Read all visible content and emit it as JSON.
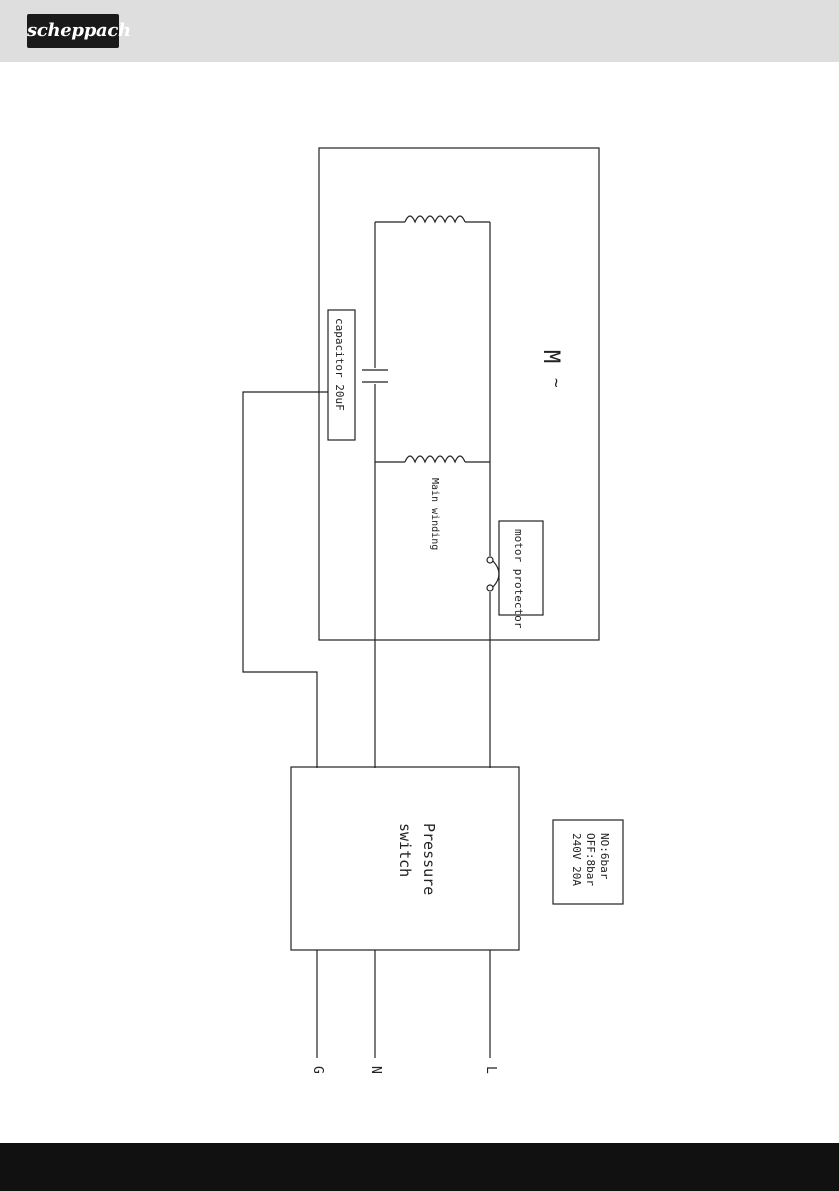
{
  "header": {
    "logo_text": "scheppach"
  },
  "diagram": {
    "motor_symbol": "M",
    "motor_ac": "~",
    "capacitor_label": "capacitor 20uF",
    "main_winding_label": "Main winding",
    "motor_protector_label": "motor protector",
    "pressure_switch_label_1": "Pressure",
    "pressure_switch_label_2": "switch",
    "spec_line_1": "NO:6bar",
    "spec_line_2": "OFF:8bar",
    "spec_line_3": "240V 20A",
    "terminal_g": "G",
    "terminal_n": "N",
    "terminal_l": "L"
  },
  "colors": {
    "header": "#dedede",
    "footer": "#111111",
    "ink": "#222222"
  }
}
